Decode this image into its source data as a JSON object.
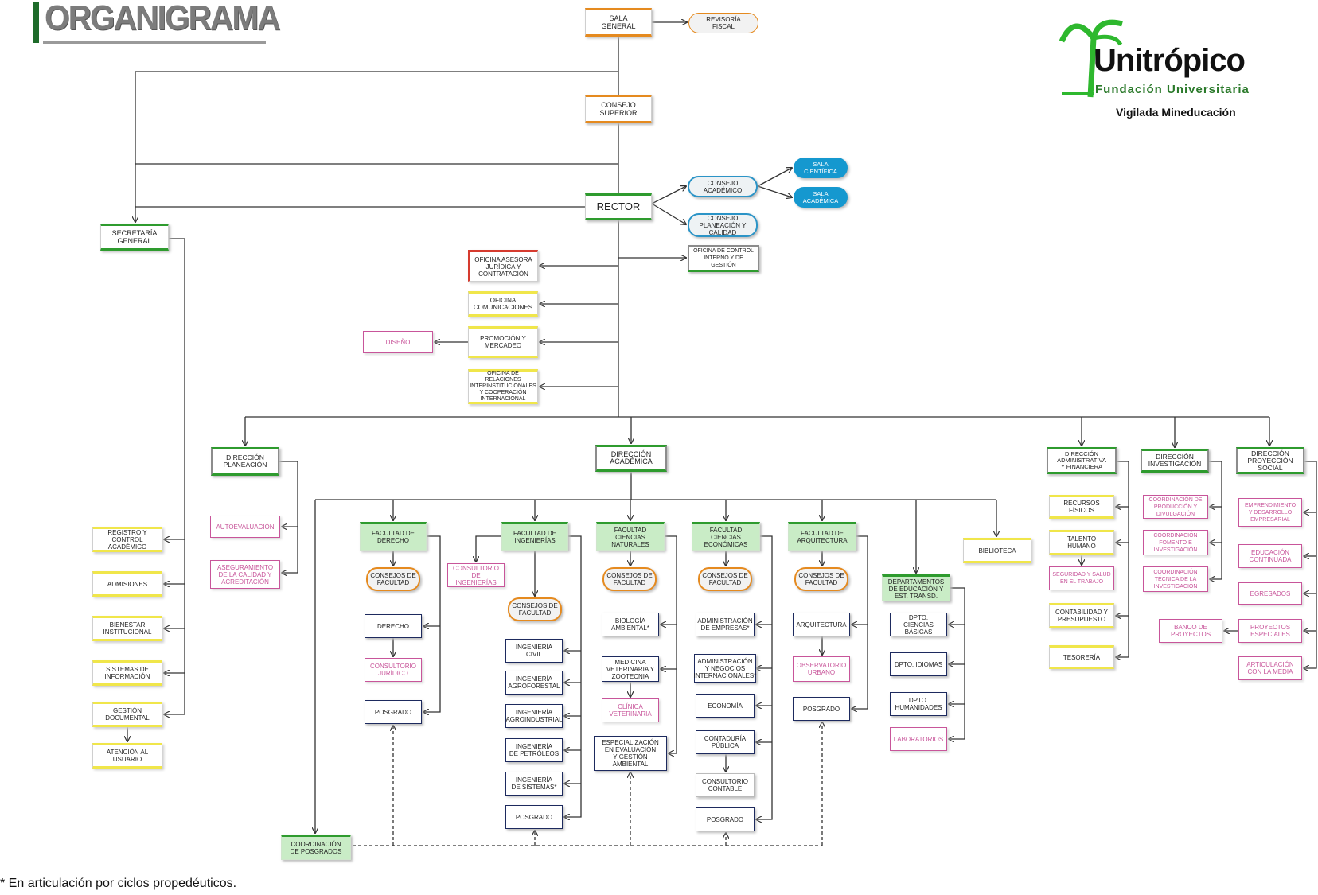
{
  "title": "ORGANIGRAMA",
  "logo": {
    "name": "Unitrópico",
    "subtitle": "Fundación Universitaria",
    "tagline": "Vigilada Mineducación",
    "colors": {
      "green": "#2eb82e",
      "dark": "#111111"
    }
  },
  "footnote": "* En articulación por ciclos propedéuticos.",
  "colors": {
    "orange": "#e58a1f",
    "green": "#2e9b2e",
    "yellow": "#f0e64a",
    "navy": "#1d2a5e",
    "pink": "#c8559a",
    "blue": "#1598cf",
    "faculty_fill": "#c9ecc6"
  },
  "nodes": {
    "sala_general": [
      "SALA",
      "GENERAL"
    ],
    "revisoria": [
      "REVISORÍA",
      "FISCAL"
    ],
    "consejo_superior": [
      "CONSEJO",
      "SUPERIOR"
    ],
    "rector": [
      "RECTOR"
    ],
    "consejo_academico": [
      "CONSEJO",
      "ACADÉMICO"
    ],
    "consejo_planeacion": [
      "CONSEJO",
      "PLANEACIÓN Y",
      "CALIDAD"
    ],
    "sala_cientifica": [
      "SALA",
      "CIENTÍFICA"
    ],
    "sala_academica": [
      "SALA",
      "ACADÉMICA"
    ],
    "control_interno": [
      "OFICINA DE CONTROL",
      "INTERNO Y DE GESTIÓN"
    ],
    "secretaria": [
      "SECRETARÍA",
      "GENERAL"
    ],
    "juridica": [
      "OFICINA ASESORA",
      "JURÍDICA Y",
      "CONTRATACIÓN"
    ],
    "comunicaciones": [
      "OFICINA",
      "COMUNICACIONES"
    ],
    "promocion": [
      "PROMOCIÓN Y",
      "MERCADEO"
    ],
    "diseno": [
      "DISEÑO"
    ],
    "relaciones": [
      "OFICINA DE RELACIONES",
      "INTERINSTITUCIONALES",
      "Y COOPERACIÓN",
      "INTERNACIONAL"
    ],
    "registro": [
      "REGISTRO Y CONTROL",
      "ACADÉMICO"
    ],
    "admisiones": [
      "ADMISIONES"
    ],
    "bienestar": [
      "BIENESTAR",
      "INSTITUCIONAL"
    ],
    "sistemas_info": [
      "SISTEMAS DE",
      "INFORMACIÓN"
    ],
    "gestion_doc": [
      "GESTIÓN",
      "DOCUMENTAL"
    ],
    "atencion": [
      "ATENCIÓN AL",
      "USUARIO"
    ],
    "dir_planeacion": [
      "DIRECCIÓN",
      "PLANEACIÓN"
    ],
    "autoevaluacion": [
      "AUTOEVALUACIÓN"
    ],
    "aseguramiento": [
      "ASEGURAMIENTO",
      "DE LA CALIDAD Y",
      "ACREDITACIÓN"
    ],
    "dir_academica": [
      "DIRECCIÓN",
      "ACADÉMICA"
    ],
    "fac_derecho": [
      "FACULTAD DE",
      "DERECHO"
    ],
    "fac_ingenierias": [
      "FACULTAD DE",
      "INGENIERÍAS"
    ],
    "fac_naturales": [
      "FACULTAD CIENCIAS",
      "NATURALES"
    ],
    "fac_economicas": [
      "FACULTAD CIENCIAS",
      "ECONÓMICAS"
    ],
    "fac_arquitectura": [
      "FACULTAD DE",
      "ARQUITECTURA"
    ],
    "biblioteca": [
      "BIBLIOTECA"
    ],
    "departamentos": [
      "DEPARTAMENTOS",
      "DE EDUCACIÓN Y",
      "EST. TRANSD."
    ],
    "cf_derecho": [
      "CONSEJOS DE",
      "FACULTAD"
    ],
    "cf_ingenierias": [
      "CONSEJOS DE",
      "FACULTAD"
    ],
    "cf_naturales": [
      "CONSEJOS DE",
      "FACULTAD"
    ],
    "cf_economicas": [
      "CONSEJOS DE",
      "FACULTAD"
    ],
    "cf_arquitectura": [
      "CONSEJOS DE",
      "FACULTAD"
    ],
    "derecho": [
      "DERECHO"
    ],
    "consultorio_juridico": [
      "CONSULTORIO",
      "JURÍDICO"
    ],
    "posgrado_derecho": [
      "POSGRADO"
    ],
    "consultorio_ing": [
      "CONSULTORIO",
      "DE INGENIERÍAS"
    ],
    "ing_civil": [
      "INGENIERÍA",
      "CIVIL"
    ],
    "ing_agroforestal": [
      "INGENIERÍA",
      "AGROFORESTAL"
    ],
    "ing_agroindustrial": [
      "INGENIERÍA",
      "AGROINDUSTRIAL"
    ],
    "ing_petroleos": [
      "INGENIERÍA",
      "DE PETRÓLEOS"
    ],
    "ing_sistemas": [
      "INGENIERÍA",
      "DE SISTEMAS*"
    ],
    "posgrado_ing": [
      "POSGRADO"
    ],
    "biologia": [
      "BIOLOGÍA",
      "AMBIENTAL*"
    ],
    "medicina_vet": [
      "MEDICINA",
      "VETERINARIA Y",
      "ZOOTECNIA"
    ],
    "clinica_vet": [
      "CLÍNICA",
      "VETERINARIA"
    ],
    "especializacion": [
      "ESPECIALIZACIÓN",
      "EN EVALUACIÓN",
      "Y GESTIÓN",
      "AMBIENTAL"
    ],
    "adm_empresas": [
      "ADMINISTRACIÓN",
      "DE EMPRESAS*"
    ],
    "adm_negocios": [
      "ADMINISTRACIÓN",
      "Y NEGOCIOS",
      "INTERNACIONALES*"
    ],
    "economia": [
      "ECONOMÍA"
    ],
    "contaduria": [
      "CONTADURÍA",
      "PÚBLICA"
    ],
    "consultorio_contable": [
      "CONSULTORIO",
      "CONTABLE"
    ],
    "posgrado_eco": [
      "POSGRADO"
    ],
    "arquitectura": [
      "ARQUITECTURA"
    ],
    "observatorio": [
      "OBSERVATORIO",
      "URBANO"
    ],
    "posgrado_arq": [
      "POSGRADO"
    ],
    "dpto_basicas": [
      "DPTO. CIENCIAS",
      "BÁSICAS"
    ],
    "dpto_idiomas": [
      "DPTO. IDIOMAS"
    ],
    "dpto_humanidades": [
      "DPTO.",
      "HUMANIDADES"
    ],
    "laboratorios": [
      "LABORATORIOS"
    ],
    "coord_posgrados": [
      "COORDINACIÓN",
      "DE POSGRADOS"
    ],
    "dir_admin": [
      "DIRECCIÓN",
      "ADMINISTRATIVA",
      "Y FINANCIERA"
    ],
    "recursos_fisicos": [
      "RECURSOS",
      "FÍSICOS"
    ],
    "talento_humano": [
      "TALENTO",
      "HUMANO"
    ],
    "seguridad": [
      "SEGURIDAD Y SALUD",
      "EN EL TRABAJO"
    ],
    "contabilidad": [
      "CONTABILIDAD Y",
      "PRESUPUESTO"
    ],
    "tesoreria": [
      "TESORERÍA"
    ],
    "dir_investigacion": [
      "DIRECCIÓN",
      "INVESTIGACIÓN"
    ],
    "coord_produccion": [
      "COORDINACIÓN DE",
      "PRODUCCIÓN Y",
      "DIVULGACIÓN"
    ],
    "coord_fomento": [
      "COORDINACIÓN",
      "FOMENTO E",
      "INVESTIGACIÓN"
    ],
    "coord_tecnica": [
      "COORDINACIÓN",
      "TÉCNICA DE LA",
      "INVESTIGACIÓN"
    ],
    "dir_proyeccion": [
      "DIRECCIÓN",
      "PROYECCIÓN",
      "SOCIAL"
    ],
    "emprendimiento": [
      "EMPRENDIMIENTO",
      "Y DESARROLLO",
      "EMPRESARIAL"
    ],
    "educacion_continuada": [
      "EDUCACIÓN",
      "CONTINUADA"
    ],
    "egresados": [
      "EGRESADOS"
    ],
    "proyectos_especiales": [
      "PROYECTOS",
      "ESPECIALES"
    ],
    "banco_proyectos": [
      "BANCO DE",
      "PROYECTOS"
    ],
    "articulacion_medios": [
      "ARTICULACIÓN",
      "CON LA MEDIA"
    ]
  }
}
